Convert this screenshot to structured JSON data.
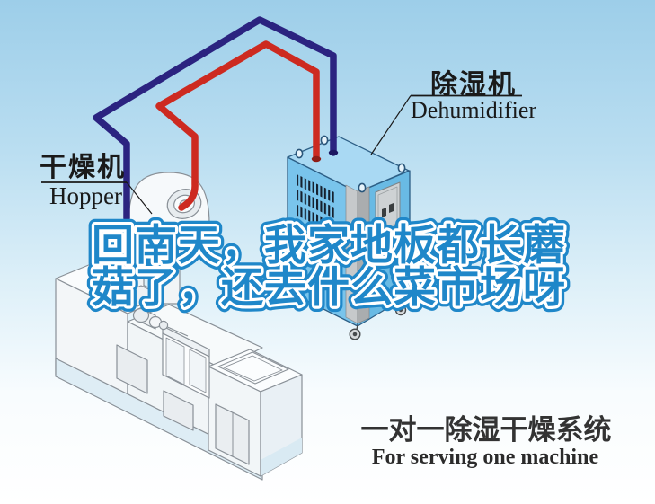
{
  "labels": {
    "dehumidifier_cn": "除湿机",
    "dehumidifier_en": "Dehumidifier",
    "hopper_cn": "干燥机",
    "hopper_en": "Hopper"
  },
  "watermark": {
    "line1": "回南天，我家地板都长蘑",
    "line2": "菇了，还去什么菜市场呀",
    "color": "#1f87c9"
  },
  "caption": {
    "title_cn": "一对一除湿干燥系统",
    "subtitle_en": "For serving one machine"
  },
  "colors": {
    "sky_top": "#9dcee9",
    "sky_bottom": "#ffffff",
    "pipe_return_blue": "#2b2380",
    "pipe_dry_red": "#cd2a20",
    "dehumidifier_body": "#79c4ec",
    "dehumidifier_top": "#a9d9f3",
    "dehumidifier_side": "#69bae4",
    "watermark_blue": "#1f87c9",
    "label_text": "#1a1a1a"
  }
}
